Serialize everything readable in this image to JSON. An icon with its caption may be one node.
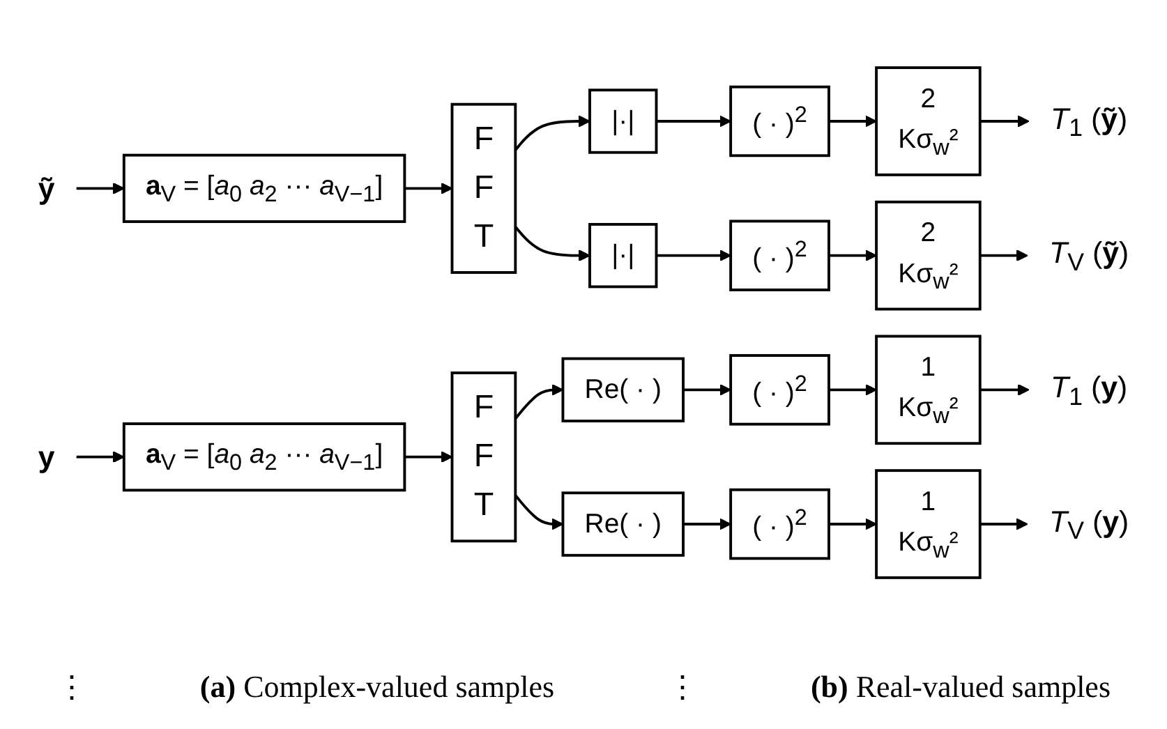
{
  "diagram": {
    "nodes": [
      {
        "text": [
          "**ỹ**"
        ]
      },
      {
        "text": [
          "**a**$_{V}$ = [*a*$_{0}$ *a*$_{2}$ ··· *a*$_{V−1}$]"
        ]
      },
      {
        "text": [
          "F F T"
        ]
      },
      {
        "text": [
          "|·|"
        ]
      },
      {
        "text": [
          "( · )$^{2}$"
        ]
      },
      {
        "text": [
          "2",
          "Kσ$_{w}$²"
        ]
      },
      {
        "text": [
          "*T*$_{1}$ (**ỹ**)"
        ]
      },
      {
        "text": [
          "|·|"
        ]
      },
      {
        "text": [
          "( · )$^{2}$"
        ]
      },
      {
        "text": [
          "2",
          "Kσ$_{w}$²"
        ]
      },
      {
        "text": [
          "*T*$_{V}$ (**ỹ**)"
        ]
      },
      {
        "text": [
          "**y**"
        ]
      },
      {
        "text": [
          "**a**$_{V}$ = [*a*$_{0}$ *a*$_{2}$ ··· *a*$_{V−1}$]"
        ]
      },
      {
        "text": [
          "F F T"
        ]
      },
      {
        "text": [
          "Re( · )"
        ]
      },
      {
        "text": [
          "( · )$^{2}$"
        ]
      },
      {
        "text": [
          "1",
          "Kσ$_{w}$²"
        ]
      },
      {
        "text": [
          "*T*$_{1}$ (**y**)"
        ]
      },
      {
        "text": [
          "Re( · )"
        ]
      },
      {
        "text": [
          "( · )$^{2}$"
        ]
      },
      {
        "text": [
          "1",
          "Kσ$_{w}$²"
        ]
      },
      {
        "text": [
          "*T*$_{V}$ (**y**)"
        ]
      }
    ],
    "edges": [
      {
        "from": 0,
        "to": 1,
        "arrow": "to"
      },
      {
        "from": 1,
        "to": 2,
        "arrow": "to"
      },
      {
        "from": 2,
        "to": 3,
        "arrow": "to"
      },
      {
        "from": 2,
        "to": 7,
        "arrow": "to"
      },
      {
        "from": 3,
        "to": 4,
        "arrow": "to"
      },
      {
        "from": 4,
        "to": 5,
        "arrow": "to"
      },
      {
        "from": 5,
        "to": 6,
        "arrow": "to"
      },
      {
        "from": 7,
        "to": 8,
        "arrow": "to"
      },
      {
        "from": 8,
        "to": 9,
        "arrow": "to"
      },
      {
        "from": 9,
        "to": 10,
        "arrow": "to"
      },
      {
        "from": 11,
        "to": 12,
        "arrow": "to"
      },
      {
        "from": 12,
        "to": 13,
        "arrow": "to"
      },
      {
        "from": 13,
        "to": 14,
        "arrow": "to"
      },
      {
        "from": 13,
        "to": 18,
        "arrow": "to"
      },
      {
        "from": 14,
        "to": 15,
        "arrow": "to"
      },
      {
        "from": 15,
        "to": 16,
        "arrow": "to"
      },
      {
        "from": 16,
        "to": 17,
        "arrow": "to"
      },
      {
        "from": 18,
        "to": 19,
        "arrow": "to"
      },
      {
        "from": 19,
        "to": 20,
        "arrow": "to"
      },
      {
        "from": 20,
        "to": 21,
        "arrow": "to"
      }
    ],
    "labels": [
      "⋮",
      "**(a)** Complex-valued samples",
      "⋮",
      "**(b)** Real-valued samples"
    ]
  }
}
